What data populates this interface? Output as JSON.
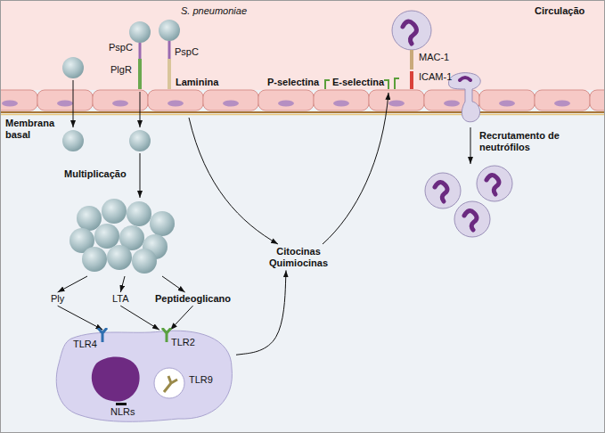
{
  "diagram": {
    "nodes": [
      {
        "text": [
          "Multiplicação"
        ]
      },
      {
        "text": [
          "Ply"
        ]
      },
      {
        "text": [
          "LTA"
        ]
      },
      {
        "text": [
          "Peptideoglicano"
        ]
      },
      {
        "text": [
          "TLR4",
          "TLR2",
          "TLR9",
          "NLRs"
        ]
      },
      {
        "text": [
          "Citocinas Quimiocinas"
        ]
      }
    ],
    "edges": [
      {
        "from": 0,
        "to": 1,
        "arrow": "to"
      },
      {
        "from": 0,
        "to": 2,
        "arrow": "to"
      },
      {
        "from": 0,
        "to": 3,
        "arrow": "to"
      },
      {
        "from": 1,
        "to": 4,
        "arrow": "to"
      },
      {
        "from": 2,
        "to": 4,
        "arrow": "to"
      },
      {
        "from": 3,
        "to": 4,
        "arrow": "to"
      },
      {
        "from": 4,
        "to": 5,
        "arrow": "to"
      }
    ],
    "labels": [
      "S. pneumoniae",
      "Circulação",
      "PspC",
      "PlgR",
      "PspC",
      "Laminina",
      "P-selectina",
      "E-selectina",
      "MAC-1",
      "ICAM-1",
      "Membrana basal",
      "Recrutamento de neutrófilos"
    ]
  }
}
